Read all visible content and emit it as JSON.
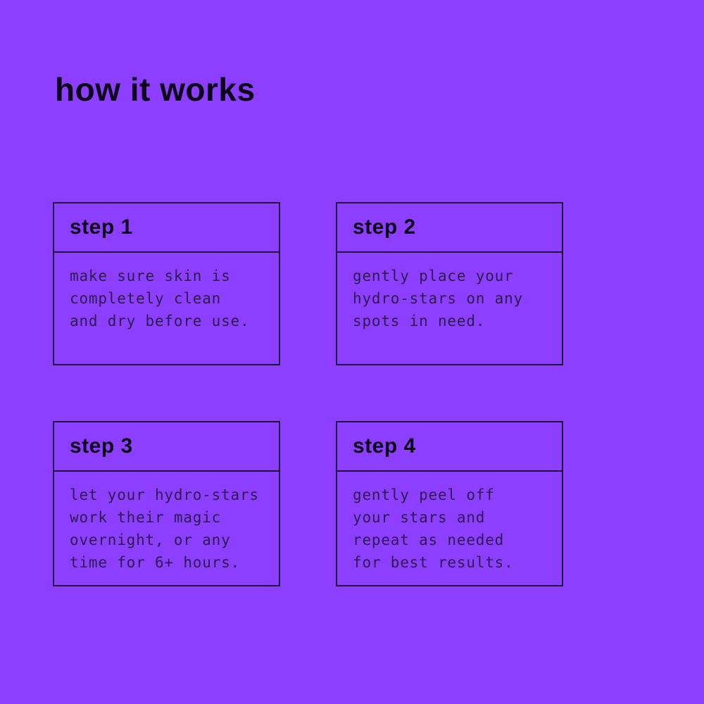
{
  "title": "how it works",
  "steps": [
    {
      "label": "step 1",
      "description": "make sure skin is\ncompletely clean\nand dry before use."
    },
    {
      "label": "step 2",
      "description": "gently place your\nhydro-stars on any\nspots in need."
    },
    {
      "label": "step 3",
      "description": "let your hydro-stars\nwork their magic\novernight, or any\ntime for 6+ hours."
    },
    {
      "label": "step 4",
      "description": "gently peel off\nyour stars and\nrepeat as needed\nfor best results."
    }
  ],
  "colors": {
    "background": "#8C3FFF",
    "border": "#1C0B38",
    "heading_text": "#0D0419",
    "body_text": "#2D194E"
  }
}
